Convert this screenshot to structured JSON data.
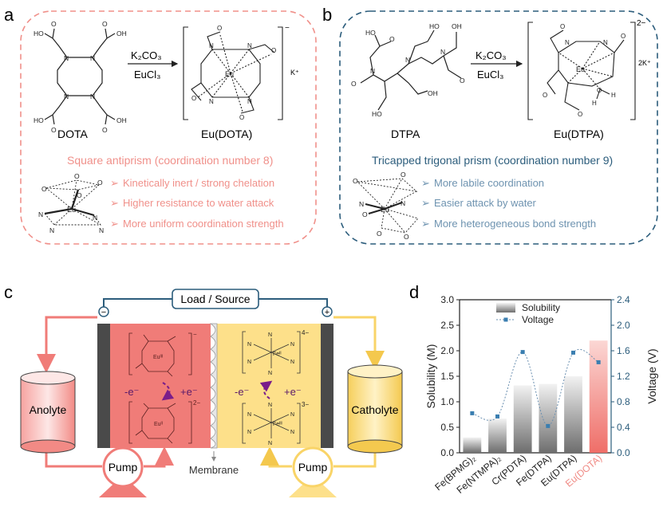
{
  "panels": {
    "a": {
      "letter": "a",
      "reagent_line1": "K₂CO₃",
      "reagent_line2": "EuCl₃",
      "ligand_name": "DOTA",
      "complex_name": "Eu(DOTA)",
      "charge": "−",
      "counterion": "K⁺",
      "geometry_title": "Square antiprism (coordination number 8)",
      "features": [
        "Kinetically inert / strong chelation",
        "Higher resistance to water attack",
        "More uniform coordination strength"
      ],
      "bullet": "➢",
      "colors": {
        "border": "#f0908a",
        "text": "#f0908a"
      }
    },
    "b": {
      "letter": "b",
      "reagent_line1": "K₂CO₃",
      "reagent_line2": "EuCl₃",
      "ligand_name": "DTPA",
      "complex_name": "Eu(DTPA)",
      "charge": "2−",
      "counterion": "2K⁺",
      "geometry_title": "Tricapped  trigonal prism (coordination number 9)",
      "features": [
        "More labile coordination",
        "Easier attack by water",
        "More heterogeneous bond strength"
      ],
      "bullet": "➢",
      "colors": {
        "border": "#2c5d7c",
        "title": "#2c5d7c",
        "text": "#6e93b0"
      }
    },
    "c": {
      "letter": "c",
      "load_label": "Load / Source",
      "minus": "−",
      "plus": "+",
      "anolyte": "Anolyte",
      "catholyte": "Catholyte",
      "pump_left": "Pump",
      "pump_right": "Pump",
      "membrane": "Membrane",
      "electron_minus": "-e⁻",
      "electron_plus": "+e⁻",
      "eu_charge_top": "−",
      "eu_charge_bottom": "2−",
      "fe_charge_top": "4−",
      "fe_charge_bottom": "3−",
      "eu_top_label": "Euᴵᴵᴵ",
      "eu_bottom_label": "Euᴵᴵ",
      "fe_top_label": "Feᴵᴵ",
      "fe_bottom_label": "Feᴵᴵᴵ",
      "ligand_atom": "N",
      "colors": {
        "anolyte": "#f07c78",
        "catholyte": "#fde08a",
        "wire_left": "#f07c78",
        "wire_right": "#fbd56a",
        "wire_top": "#2c5d7c"
      }
    },
    "d": {
      "letter": "d"
    }
  },
  "atom_labels": {
    "eu": "Eu",
    "o": "O",
    "oh": "OH",
    "ho": "HO",
    "n": "N",
    "h": "H",
    "h2o_h": "H"
  },
  "chart_data": {
    "type": "bar",
    "categories": [
      "Fe(BPMG)₂",
      "Fe(NTMPA)₂",
      "Cr(PDTA)",
      "Fe(DTPA)",
      "Eu(DTPA)",
      "Eu(DOTA)"
    ],
    "series": [
      {
        "name": "Solubility",
        "axis": "left",
        "type": "bar",
        "values": [
          0.3,
          0.67,
          1.32,
          1.35,
          1.5,
          2.2
        ]
      },
      {
        "name": "Voltage",
        "axis": "right",
        "type": "line",
        "values": [
          0.62,
          0.57,
          1.58,
          0.42,
          1.57,
          1.42
        ]
      }
    ],
    "ylabel": "Solubility (M)",
    "y2label": "Voltage (V)",
    "ylim": [
      0,
      3.0
    ],
    "y2lim": [
      0,
      2.4
    ],
    "yticks": [
      "0.0",
      "0.5",
      "1.0",
      "1.5",
      "2.0",
      "2.5",
      "3.0"
    ],
    "y2ticks": [
      "0.0",
      "0.4",
      "0.8",
      "1.2",
      "1.6",
      "2.0",
      "2.4"
    ],
    "highlight_category": "Eu(DOTA)",
    "legend_position": "top-center",
    "grid": false,
    "colors": {
      "bar": "#a8a8a8",
      "highlight": "#f08a84",
      "voltage": "#3a7eb0",
      "right_axis": "#2c5d7c"
    }
  }
}
